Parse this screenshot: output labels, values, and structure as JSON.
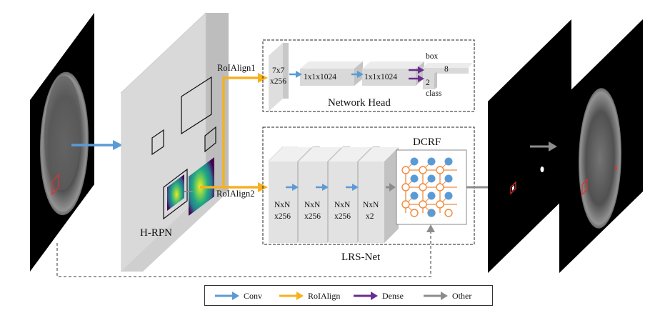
{
  "colors": {
    "conv": "#5b9bd5",
    "roialign": "#f5b120",
    "dense": "#6a2c91",
    "other": "#8c8c8c",
    "roi_box": "#e0302e",
    "dcrf_node_blue": "#5b9bd5",
    "dcrf_node_orange": "#f08a3c"
  },
  "labels": {
    "roialign1": "RoIAlign1",
    "roialign2": "RoIAlign2",
    "hrpn": "H-RPN",
    "network_head": "Network Head",
    "lrs_net": "LRS-Net",
    "dcrf": "DCRF"
  },
  "network_head": {
    "roi_feature": {
      "line1": "7x7",
      "line2": "x256"
    },
    "fc1": "1x1x1024",
    "fc2": "1x1x1024",
    "box_label": "box",
    "box_value": "8",
    "class_value": "2",
    "class_label": "class"
  },
  "lrs_net": {
    "blocks": [
      {
        "line1": "NxN",
        "line2": "x256"
      },
      {
        "line1": "NxN",
        "line2": "x256"
      },
      {
        "line1": "NxN",
        "line2": "x256"
      },
      {
        "line1": "NxN",
        "line2": "x2"
      }
    ]
  },
  "legend": [
    {
      "label": "Conv",
      "color_key": "conv"
    },
    {
      "label": "RoIAlign",
      "color_key": "roialign"
    },
    {
      "label": "Dense",
      "color_key": "dense"
    },
    {
      "label": "Other",
      "color_key": "other"
    }
  ]
}
